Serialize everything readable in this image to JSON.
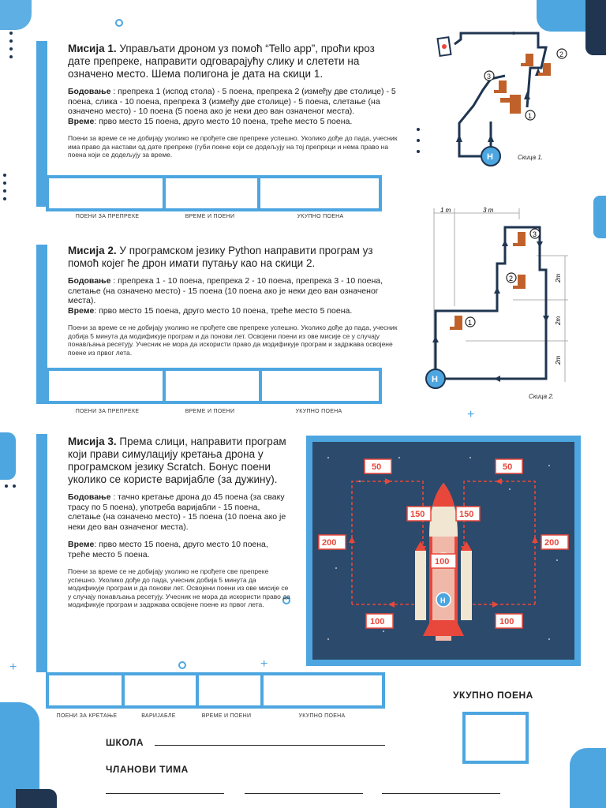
{
  "mission1": {
    "title_bold": "Мисија 1.",
    "title_rest": " Управљати дроном уз помоћ “Tello app”, проћи кроз дате препреке, направити одговарајућу слику и слетети на означено место. Шема полигона је дата на скици 1.",
    "scoring_label": "Бодовање",
    "scoring_text": " : препрека 1 (испод стола) - 5 поена, препрека 2 (између две столице) - 5 поена, слика - 10 поена, препрека 3 (између две столице) - 5 поена, слетање (на означено место) - 10 поена (5 поена ако је неки део ван означеног места).",
    "time_label": "Време",
    "time_text": ": прво место 15 поена, друго место 10 поена, треће место 5 поена.",
    "note": "Поени за време се не добијају уколико не прођете све препреке успешно. Уколико дође до пада, учесник има право да настави од дате препреке (губи поене који се додељују на тој препреци и нема право на поена који се додељују за време.",
    "box_labels": [
      "ПОЕНИ ЗА ПРЕПРЕКЕ",
      "ВРЕМЕ И ПОЕНИ",
      "УКУПНО ПОЕНА"
    ],
    "sketch_caption": "Скица 1."
  },
  "mission2": {
    "title_bold": "Мисија 2.",
    "title_rest": " У програмском језику Python направити програм уз помоћ којег ће дрон имати путању као на скици 2.",
    "scoring_label": "Бодовање",
    "scoring_text": " : препрека 1  - 10 поена, препрека 2 - 10 поена, препрека 3 - 10 поена, слетање (на означено место) - 15 поена (10 поена ако је неки део ван означеног места).",
    "time_label": "Време",
    "time_text": ": прво место 15 поена, друго место 10 поена, треће место 5 поена.",
    "note": "Поени за време се не добијају уколико не прођете све препреке успешно. Уколико дође до пада, учесник добија 5 минута да модификује програм и да понови лет. Освојени поени из ове мисије се у случају понављања ресетују. Учесник не мора да искористи право да модификује програм и задржава освојене поене из првог лета.",
    "box_labels": [
      "ПОЕНИ ЗА ПРЕПРЕКЕ",
      "ВРЕМЕ И ПОЕНИ",
      "УКУПНО ПОЕНА"
    ],
    "sketch_caption": "Скица 2.",
    "dim_top": [
      "1 m",
      "3 m"
    ],
    "dim_side": [
      "2m",
      "2m",
      "2m"
    ]
  },
  "mission3": {
    "title_bold": "Мисија 3.",
    "title_rest": " Према слици, направити програм који прави симулацију кретања дрона у програмском језику Scratch. Бонус поени уколико се користе варијабле (за дужину).",
    "scoring_label": "Бодовање",
    "scoring_text": " : тачно кретање дрона до 45 поена (за сваку трасу по 5 поена), употреба варијабли - 15 поена, слетање (на означено место) - 15 поена (10 поена ако је неки део ван означеног места).",
    "time_label": "Време",
    "time_text": ": прво место 15 поена, друго место 10 поена, треће место 5 поена.",
    "note": "Поени за време се не добијају уколико не прођете све препреке успешно. Уколико дође до пада, учесник добија 5 минута да модификује програм и да понови лет. Освојени поени из ове мисије се у случају понављања ресетују. Учесник не мора да искористи право да модификује програм и задржава освојене поене из првог лета.",
    "box_labels": [
      "ПОЕНИ ЗА КРЕТАЊЕ",
      "ВАРИЈАБЛЕ",
      "ВРЕМЕ И ПОЕНИ",
      "УКУПНО ПОЕНА"
    ],
    "rocket_values": [
      "50",
      "50",
      "150",
      "150",
      "200",
      "200",
      "100",
      "100",
      "100"
    ]
  },
  "footer": {
    "total_label": "УКУПНО ПОЕНА",
    "school_label": "ШКОЛА",
    "team_label": "ЧЛАНОВИ ТИМА"
  },
  "markers": {
    "one": "1",
    "two": "2",
    "three": "3",
    "h": "H"
  },
  "colors": {
    "accent": "#4da6e0",
    "dark": "#1f3550",
    "panel": "#2c4a6b",
    "red": "#e8473b"
  }
}
